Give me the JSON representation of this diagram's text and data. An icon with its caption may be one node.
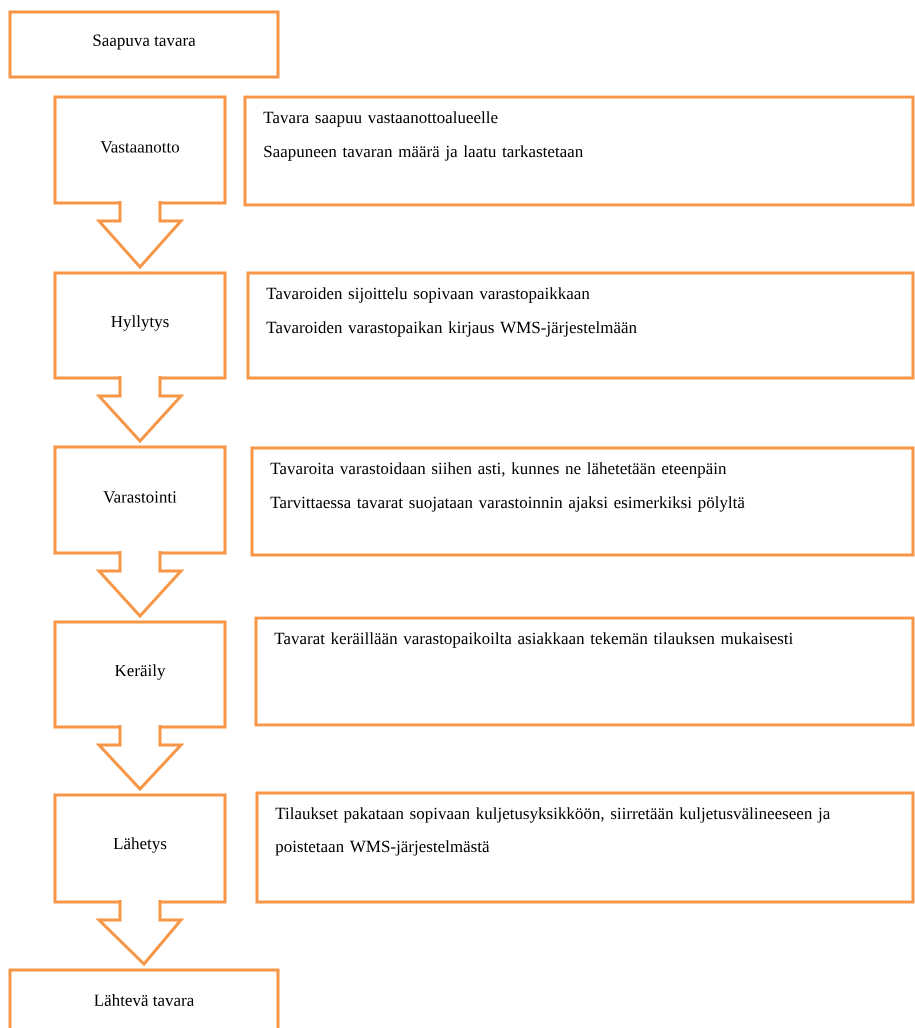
{
  "diagram": {
    "nodes": [
      {
        "text": [
          "Saapuva tavara"
        ]
      },
      {
        "text": [
          "Vastaanotto"
        ]
      },
      {
        "text": [
          "Tavara saapuu vastaanottoalueelle",
          "Saapuneen tavaran määrä ja laatu tarkastetaan"
        ]
      },
      {
        "text": [
          "Hyllytys"
        ]
      },
      {
        "text": [
          "Tavaroiden sijoittelu sopivaan varastopaikkaan",
          "Tavaroiden varastopaikan kirjaus WMS-järjestelmään"
        ]
      },
      {
        "text": [
          "Varastointi"
        ]
      },
      {
        "text": [
          "Tavaroita varastoidaan siihen asti, kunnes ne lähetetään eteenpäin",
          "Tarvittaessa tavarat suojataan varastoinnin ajaksi esimerkiksi pölyltä"
        ]
      },
      {
        "text": [
          "Keräily"
        ]
      },
      {
        "text": [
          "Tavarat keräillään varastopaikoilta asiakkaan tekemän tilauksen mukaisesti"
        ]
      },
      {
        "text": [
          "Lähetys"
        ]
      },
      {
        "text": [
          "Tilaukset pakataan sopivaan kuljetusyksikköön, siirretään kuljetusvälineeseen ja poistetaan WMS-järjestelmästä"
        ]
      },
      {
        "text": [
          "Lähtevä tavara"
        ]
      }
    ],
    "edges": [
      {
        "from": 1,
        "to": 3,
        "arrow": "to"
      },
      {
        "from": 3,
        "to": 5,
        "arrow": "to"
      },
      {
        "from": 5,
        "to": 7,
        "arrow": "to"
      },
      {
        "from": 7,
        "to": 9,
        "arrow": "to"
      },
      {
        "from": 9,
        "to": 11,
        "arrow": "to"
      }
    ]
  }
}
